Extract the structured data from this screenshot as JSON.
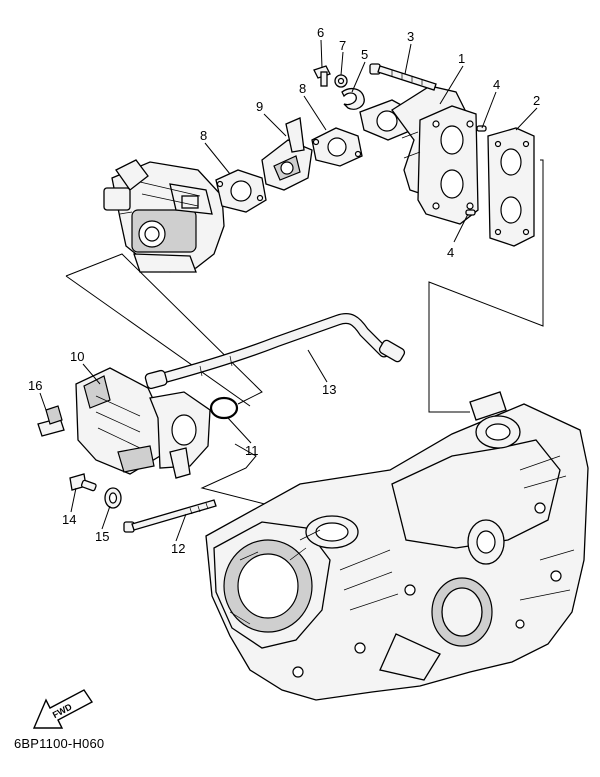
{
  "diagram": {
    "code": "6BP1100-H060",
    "fwd_label": "FWD",
    "callouts": {
      "c1": "1",
      "c2": "2",
      "c3": "3",
      "c4a": "4",
      "c4b": "4",
      "c5": "5",
      "c6": "6",
      "c7": "7",
      "c8a": "8",
      "c8b": "8",
      "c9": "9",
      "c10": "10",
      "c11": "11",
      "c12": "12",
      "c13": "13",
      "c14": "14",
      "c15": "15",
      "c16": "16"
    }
  }
}
